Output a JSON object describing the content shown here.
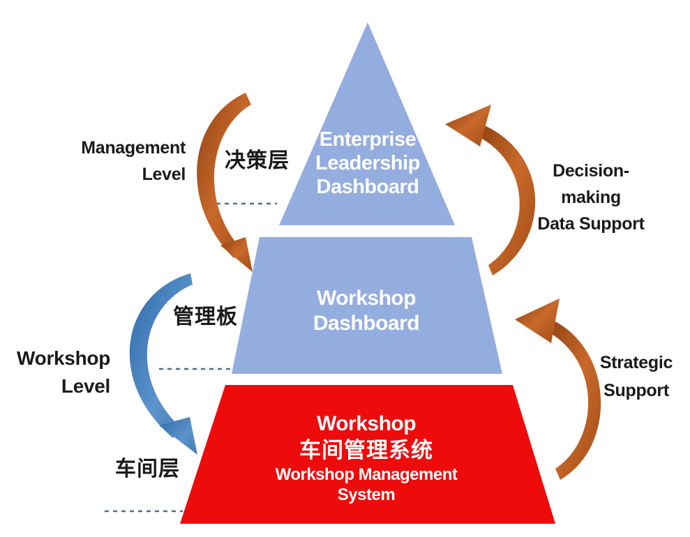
{
  "pyramid": {
    "top": {
      "lines": [
        "Enterprise",
        "Leadership",
        "Dashboard"
      ],
      "color": "#94addf"
    },
    "middle": {
      "lines": [
        "Workshop",
        "Dashboard"
      ],
      "color": "#94addf"
    },
    "bottom": {
      "line1": "Workshop",
      "line2": "车间管理系统",
      "line3": "Workshop Management",
      "line4": "System",
      "color": "#ee0b0b"
    }
  },
  "left_labels": {
    "management": [
      "Management",
      "Level"
    ],
    "workshop": [
      "Workshop",
      "Level"
    ],
    "cn_decision": "决策层",
    "cn_board": "管理板",
    "cn_workshop": "车间层"
  },
  "right_labels": {
    "decision_support": [
      "Decision-making",
      "Data Support"
    ],
    "strategic_support": [
      "Strategic",
      "Support"
    ]
  },
  "colors": {
    "arrow_orange": "#b85a1e",
    "arrow_blue": "#3f78b5",
    "dash_line": "#4a6e93",
    "text_dark": "#1a1a1a"
  }
}
